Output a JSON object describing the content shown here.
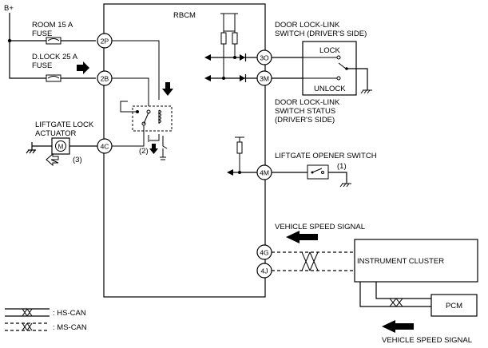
{
  "rbcm_label": "RBCM",
  "power": "B+",
  "fuses": {
    "room": [
      "ROOM 15 A",
      "FUSE"
    ],
    "dlock": [
      "D.LOCK 25 A",
      "FUSE"
    ]
  },
  "actuator": [
    "LIFTGATE LOCK",
    "ACTUATOR"
  ],
  "door_switch": {
    "title": [
      "DOOR  LOCK-LINK",
      "SWITCH (DRIVER'S SIDE)"
    ],
    "lock": "LOCK",
    "unlock": "UNLOCK",
    "status": [
      "DOOR  LOCK-LINK",
      "SWITCH STATUS",
      "(DRIVER'S SIDE)"
    ]
  },
  "liftgate_switch": "LIFTGATE OPENER SWITCH",
  "vehicle_speed_signal": "VEHICLE SPEED SIGNAL",
  "instrument_cluster": "INSTRUMENT CLUSTER",
  "pcm": "PCM",
  "pins": {
    "p2P": "2P",
    "p2B": "2B",
    "p4C": "4C",
    "p3O": "3O",
    "p3M": "3M",
    "p4M": "4M",
    "p4G": "4G",
    "p4J": "4J"
  },
  "callouts": {
    "c1": "(1)",
    "c2": "(2)",
    "c3": "(3)"
  },
  "legend": {
    "hs": ": HS-CAN",
    "ms": ": MS-CAN"
  }
}
